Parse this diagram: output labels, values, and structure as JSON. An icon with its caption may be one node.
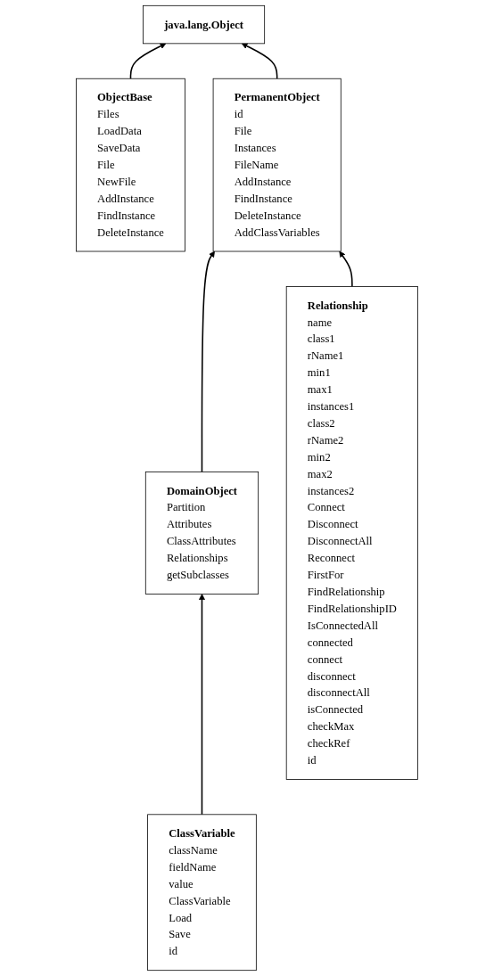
{
  "diagram": {
    "nodes": [
      {
        "text": [
          "java.lang.Object"
        ]
      },
      {
        "text": [
          "ObjectBase",
          "Files",
          "LoadData",
          "SaveData",
          "File",
          "NewFile",
          "AddInstance",
          "FindInstance",
          "DeleteInstance"
        ]
      },
      {
        "text": [
          "PermanentObject",
          "id",
          "File",
          "Instances",
          "FileName",
          "AddInstance",
          "FindInstance",
          "DeleteInstance",
          "AddClassVariables"
        ]
      },
      {
        "text": [
          "DomainObject",
          "Partition",
          "Attributes",
          "ClassAttributes",
          "Relationships",
          "getSubclasses"
        ]
      },
      {
        "text": [
          "Relationship",
          "name",
          "class1",
          "rName1",
          "min1",
          "max1",
          "instances1",
          "class2",
          "rName2",
          "min2",
          "max2",
          "instances2",
          "Connect",
          "Disconnect",
          "DisconnectAll",
          "Reconnect",
          "FirstFor",
          "FindRelationship",
          "FindRelationshipID",
          "IsConnectedAll",
          "connected",
          "connect",
          "disconnect",
          "disconnectAll",
          "isConnected",
          "checkMax",
          "checkRef",
          "id"
        ]
      },
      {
        "text": [
          "ClassVariable",
          "className",
          "fieldName",
          "value",
          "ClassVariable",
          "Load",
          "Save",
          "id"
        ]
      }
    ],
    "edges": [
      {
        "from": 1,
        "to": 0,
        "arrow": "to"
      },
      {
        "from": 2,
        "to": 0,
        "arrow": "to"
      },
      {
        "from": 3,
        "to": 2,
        "arrow": "to"
      },
      {
        "from": 4,
        "to": 2,
        "arrow": "to"
      },
      {
        "from": 5,
        "to": 3,
        "arrow": "to"
      }
    ]
  }
}
